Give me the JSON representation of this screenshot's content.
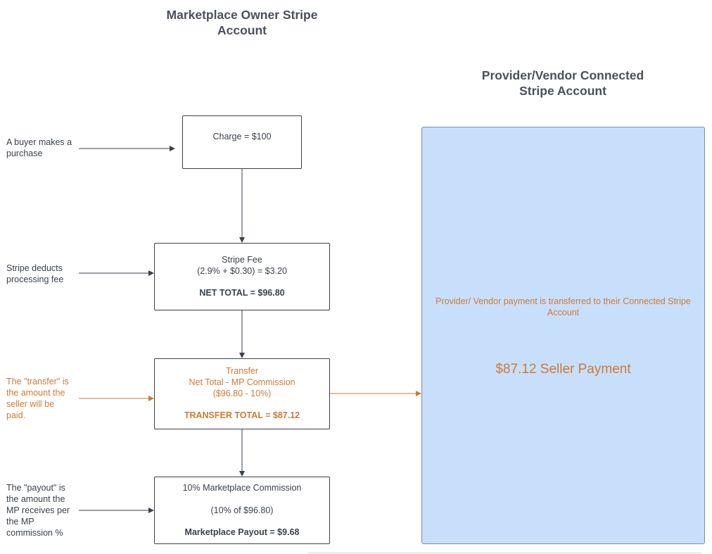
{
  "headings": {
    "owner": "Marketplace Owner Stripe\nAccount",
    "vendor": "Provider/Vendor Connected\nStripe Account"
  },
  "boxes": {
    "charge": {
      "line1": "Charge = $100"
    },
    "fee": {
      "line1": "Stripe Fee\n(2.9% + $0.30) = $3.20",
      "total": "NET TOTAL = $96.80"
    },
    "transfer": {
      "line1": "Transfer\nNet Total - MP Commission\n($96.80 - 10%)",
      "total": "TRANSFER TOTAL = $87.12"
    },
    "commission": {
      "line1": "10% Marketplace Commission",
      "line2": "(10% of $96.80)",
      "total": "Marketplace Payout = $9.68"
    }
  },
  "side_notes": {
    "purchase": "A buyer makes a\npurchase",
    "fee": "Stripe deducts\nprocessing fee",
    "transfer": "The \"transfer\" is\nthe amount the\nseller will be\npaid.",
    "payout": "The \"payout\" is\nthe amount the\nMP receives per\nthe MP\ncommission %"
  },
  "vendor_box": {
    "message": "Provider/ Vendor payment is transferred to their Connected Stripe\nAccount",
    "amount": "$87.12 Seller Payment"
  },
  "colors": {
    "text": "#3a414a",
    "accent_orange": "#cc7a35",
    "vendor_fill": "#c8dffb"
  }
}
